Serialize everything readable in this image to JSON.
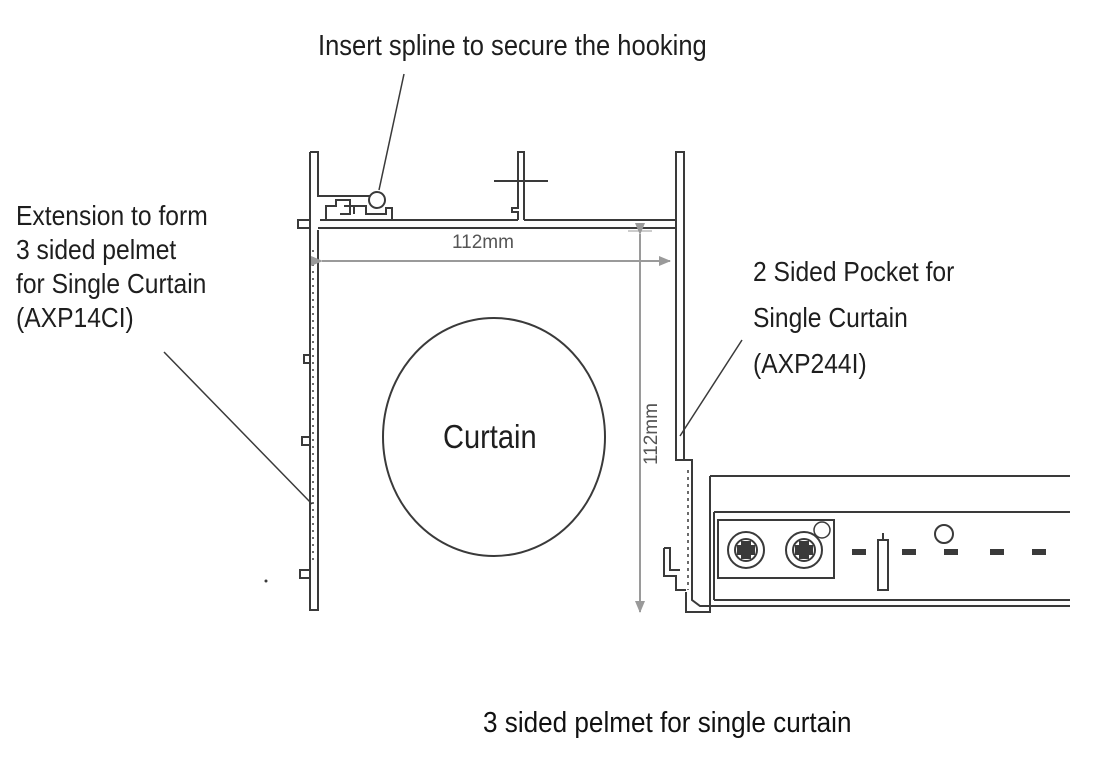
{
  "labels": {
    "spline": "Insert spline to secure the hooking",
    "extension": [
      "Extension to form",
      "3 sided pelmet",
      "for Single Curtain",
      "(AXP14CI)"
    ],
    "pocket": [
      "2 Sided Pocket for",
      "Single Curtain",
      "(AXP244I)"
    ],
    "curtain": "Curtain",
    "caption": "3 sided pelmet for single curtain"
  },
  "dimensions": {
    "width": "112mm",
    "height": "112mm"
  },
  "colors": {
    "line": "#3a3a3a",
    "dimension": "#9a9a9a",
    "text": "#1e1e1e"
  }
}
